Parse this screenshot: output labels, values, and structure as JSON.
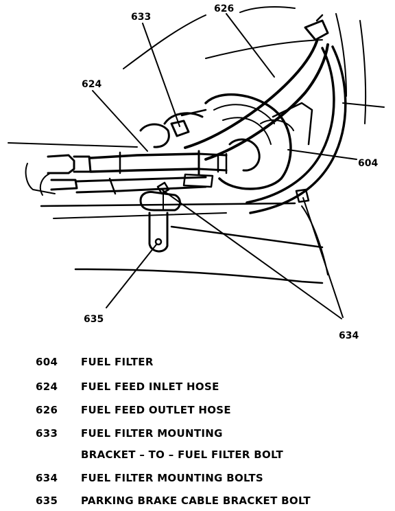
{
  "callouts": {
    "c604": "604",
    "c624": "624",
    "c626": "626",
    "c633": "633",
    "c634": "634",
    "c635": "635"
  },
  "legend": [
    {
      "number": "604",
      "description": "FUEL FILTER"
    },
    {
      "number": "624",
      "description": "FUEL FEED INLET HOSE"
    },
    {
      "number": "626",
      "description": "FUEL FEED OUTLET HOSE"
    },
    {
      "number": "633",
      "description": "FUEL FILTER MOUNTING",
      "description_line2": "BRACKET – TO – FUEL FILTER BOLT"
    },
    {
      "number": "634",
      "description": "FUEL FILTER MOUNTING BOLTS"
    },
    {
      "number": "635",
      "description": "PARKING BRAKE CABLE BRACKET BOLT"
    }
  ]
}
